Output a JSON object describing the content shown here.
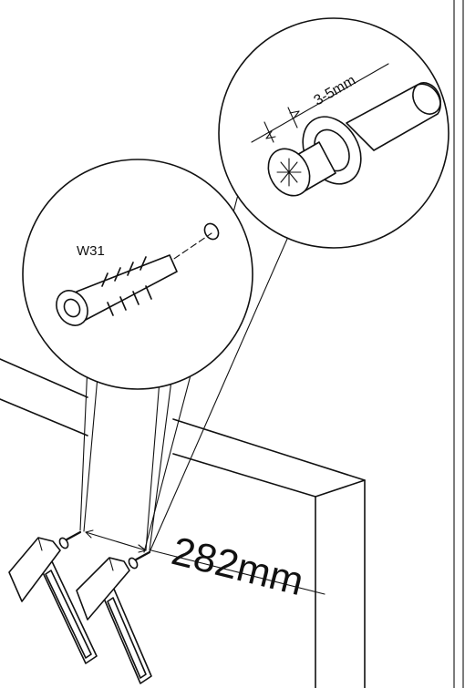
{
  "labels": {
    "part_code": "W31",
    "screw_gap": "3-5mm",
    "spacing": "282mm"
  },
  "icons": [
    "wall-plug-icon",
    "screw-icon",
    "hammer-icon"
  ],
  "colors": {
    "line": "#111111",
    "background": "#ffffff"
  }
}
